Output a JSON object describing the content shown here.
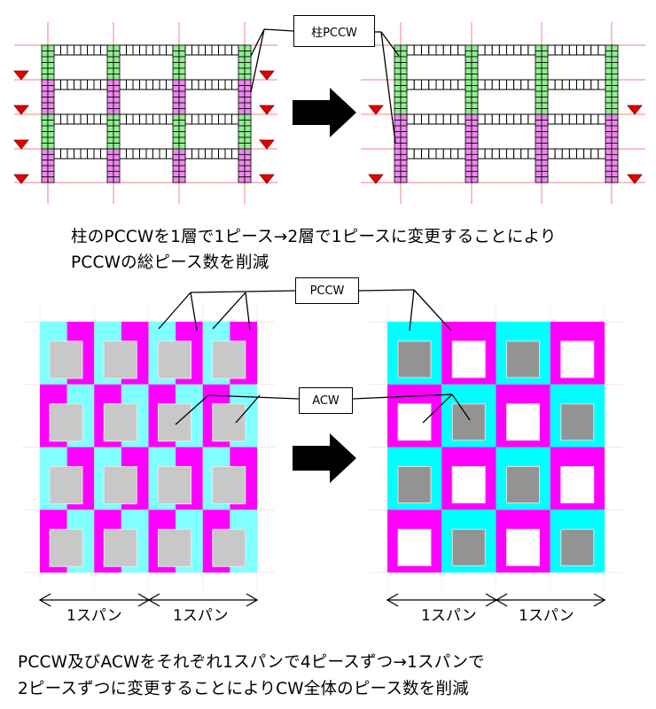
{
  "top": {
    "callout_label": "柱PCCW",
    "caption_line1": "柱のPCCWを1層で1ピース→2層で1ピースに変更することにより",
    "caption_line2": "PCCWの総ピース数を削減",
    "before_story_colors": [
      "green",
      "pink",
      "green",
      "pink"
    ],
    "after_story_colors": [
      "green",
      "green",
      "pink",
      "pink"
    ]
  },
  "bottom": {
    "pccw_label": "PCCW",
    "acw_label": "ACW",
    "span_label": "1スパン",
    "caption_line1": "PCCW及びACWをそれぞれ1スパンで4ピースずつ→1スパンで",
    "caption_line2": "2ピースずつに変更することによりCW全体のピース数を削減"
  },
  "colors": {
    "green": "#90ee90",
    "pink": "#ee88ee",
    "grid_red": "#f08080",
    "support_red": "#e00000",
    "cyan_light": "#80ffff",
    "cyan": "#00ffff",
    "magenta": "#ff00ff",
    "acw_gray_light": "#c8c8c8",
    "acw_gray_dark": "#939393"
  }
}
